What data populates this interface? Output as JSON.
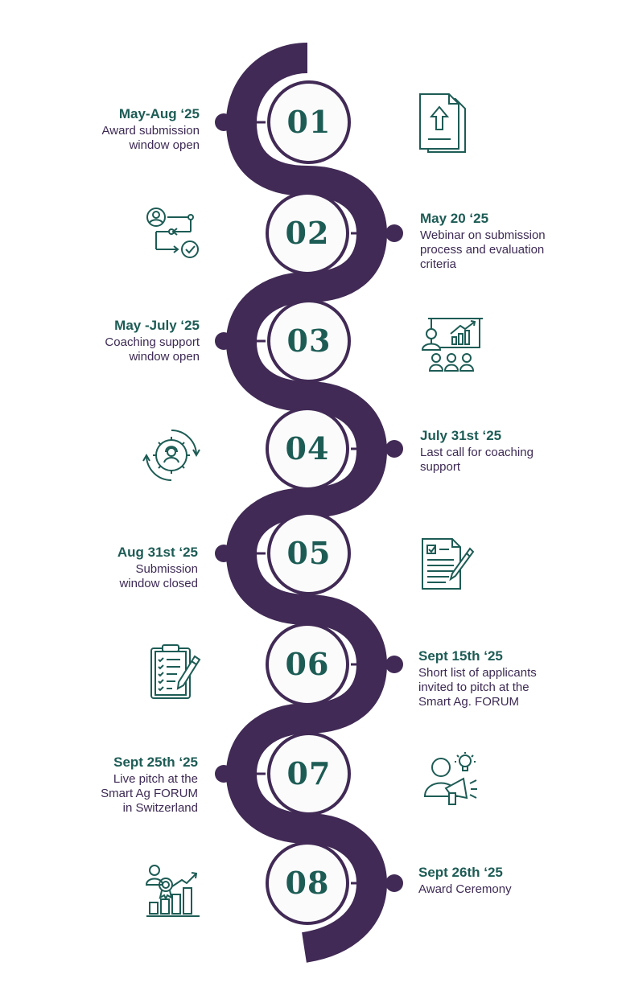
{
  "colors": {
    "spine": "#412a55",
    "teal": "#1d5c55",
    "text": "#3d2a54",
    "circle_fill": "#fbfbfb"
  },
  "steps": [
    {
      "number": "01",
      "date": "May-Aug ‘25",
      "desc": [
        "Award submission",
        "window open"
      ],
      "icon": "document-upload-icon"
    },
    {
      "number": "02",
      "date": "May 20 ‘25",
      "desc": [
        "Webinar on submission",
        "process and evaluation",
        "criteria"
      ],
      "icon": "workflow-process-icon"
    },
    {
      "number": "03",
      "date": "May -July ‘25",
      "desc": [
        "Coaching support",
        "window open"
      ],
      "icon": "presentation-audience-icon"
    },
    {
      "number": "04",
      "date": "July 31st ‘25",
      "desc": [
        "Last call for coaching",
        "support"
      ],
      "icon": "gear-support-icon"
    },
    {
      "number": "05",
      "date": "Aug 31st ‘25",
      "desc": [
        "Submission",
        "window closed"
      ],
      "icon": "document-pen-icon"
    },
    {
      "number": "06",
      "date": "Sept 15th ‘25",
      "desc": [
        "Short list of applicants",
        "invited to pitch at the",
        "Smart Ag. FORUM"
      ],
      "icon": "clipboard-checklist-icon"
    },
    {
      "number": "07",
      "date": "Sept 25th ‘25",
      "desc": [
        "Live pitch at the",
        "Smart Ag FORUM",
        "in Switzerland"
      ],
      "icon": "speaker-megaphone-icon"
    },
    {
      "number": "08",
      "date": "Sept 26th ‘25",
      "desc": [
        "Award Ceremony"
      ],
      "icon": "award-growth-icon"
    }
  ]
}
